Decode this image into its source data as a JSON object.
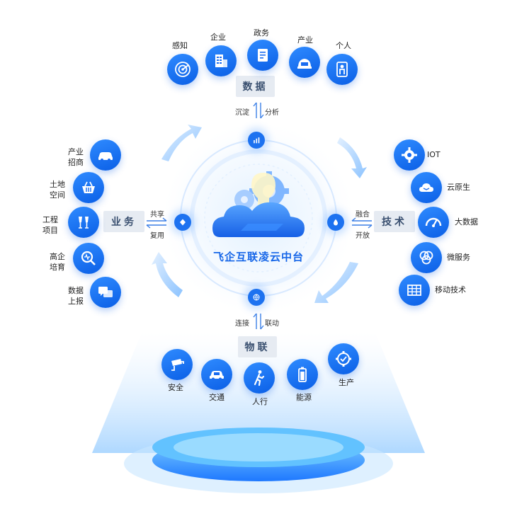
{
  "center_title": "飞企互联凌云中台",
  "categories": {
    "data": "数据",
    "business": "业务",
    "tech": "技术",
    "iot": "物联"
  },
  "connectors": {
    "top_left": "沉淀",
    "top_right": "分析",
    "left_top": "共享",
    "left_bottom": "复用",
    "right_top": "融合",
    "right_bottom": "开放",
    "bottom_left": "连接",
    "bottom_right": "联动"
  },
  "data_items": [
    {
      "label": "感知",
      "icon": "radar-icon"
    },
    {
      "label": "企业",
      "icon": "building-icon"
    },
    {
      "label": "政务",
      "icon": "document-icon"
    },
    {
      "label": "产业",
      "icon": "factory-icon"
    },
    {
      "label": "个人",
      "icon": "person-icon"
    }
  ],
  "business_items": [
    {
      "line1": "产业",
      "line2": "招商",
      "icon": "car-icon"
    },
    {
      "line1": "土地",
      "line2": "空间",
      "icon": "basket-icon"
    },
    {
      "line1": "工程",
      "line2": "项目",
      "icon": "cheers-icon"
    },
    {
      "line1": "高企",
      "line2": "培育",
      "icon": "magnifier-icon"
    },
    {
      "line1": "数据",
      "line2": "上报",
      "icon": "chat-icon"
    }
  ],
  "tech_items": [
    {
      "label": "IOT",
      "icon": "gear-icon"
    },
    {
      "label": "云原生",
      "icon": "cloud-icon"
    },
    {
      "label": "大数据",
      "icon": "gauge-icon"
    },
    {
      "label": "微服务",
      "icon": "circles-icon"
    },
    {
      "label": "移动技术",
      "icon": "grid-icon"
    }
  ],
  "iot_items": [
    {
      "label": "安全",
      "icon": "camera-icon"
    },
    {
      "label": "交通",
      "icon": "vehicle-icon"
    },
    {
      "label": "人行",
      "icon": "walker-icon"
    },
    {
      "label": "能源",
      "icon": "battery-icon"
    },
    {
      "label": "生产",
      "icon": "production-gear-icon"
    }
  ]
}
